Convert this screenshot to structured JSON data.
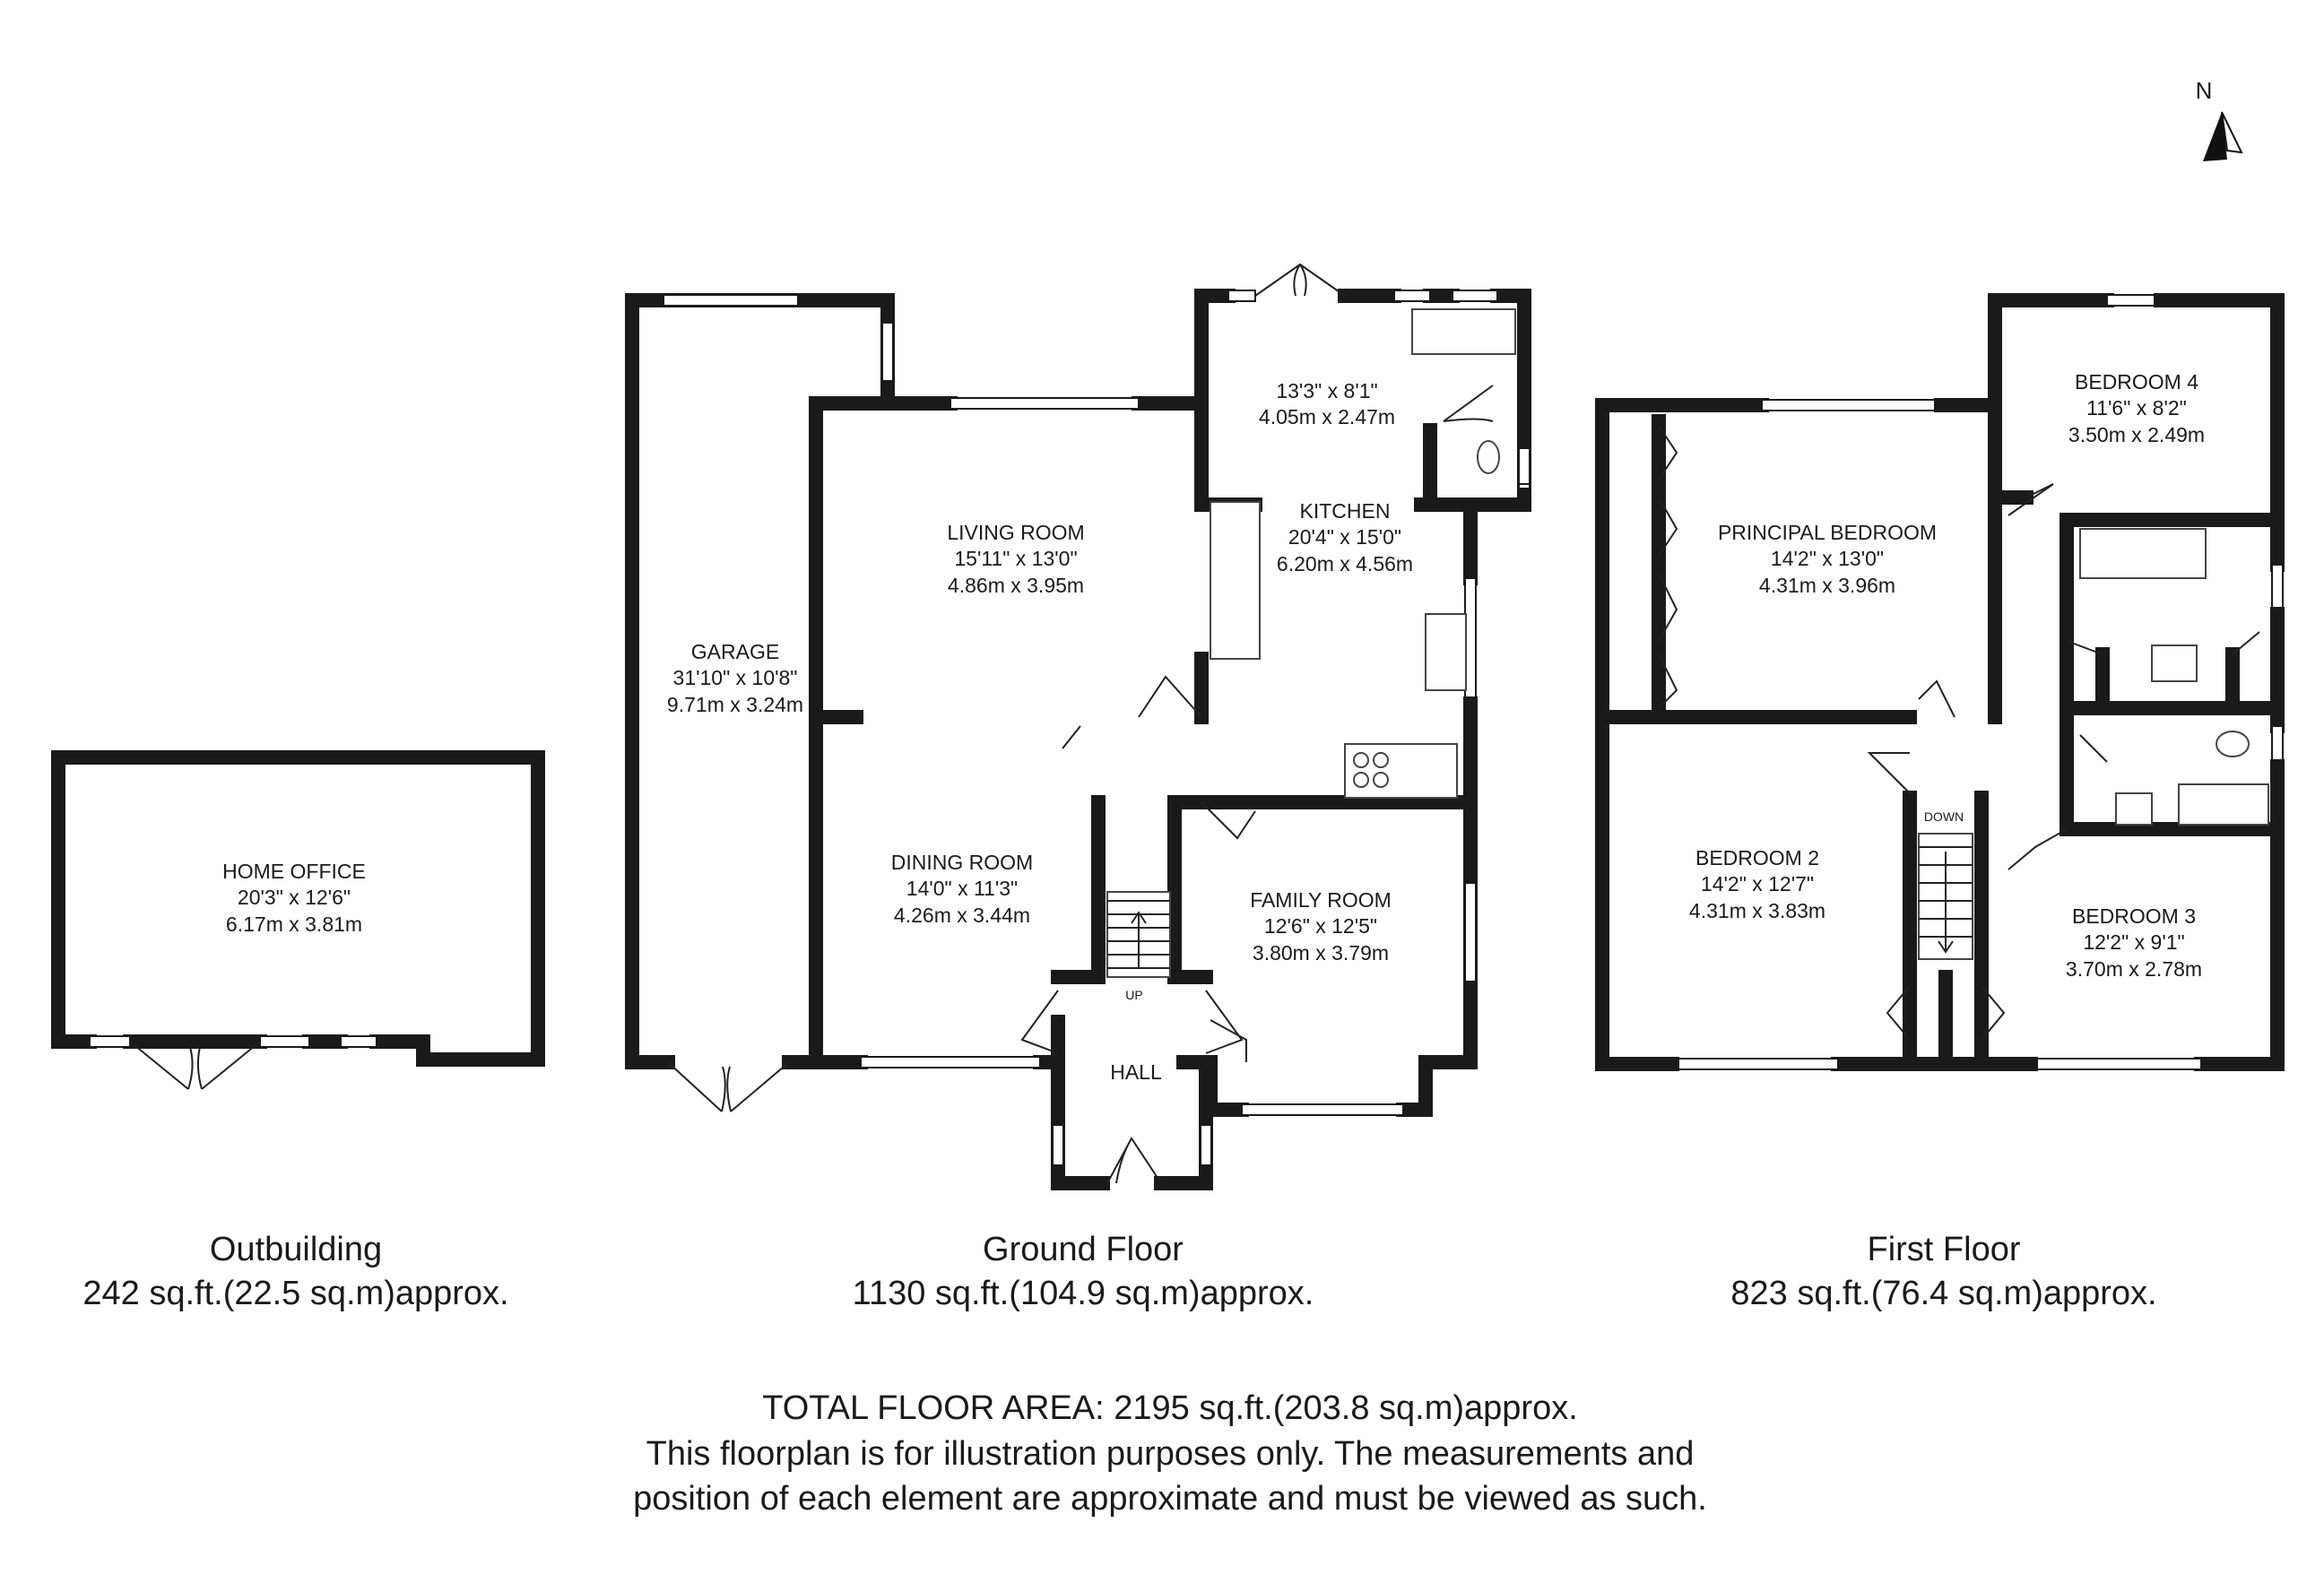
{
  "compass": {
    "label": "N",
    "icon": "north-arrow-icon"
  },
  "outbuilding": {
    "rooms": [
      {
        "name": "HOME OFFICE",
        "imperial": "20'3\" x 12'6\"",
        "metric": "6.17m x 3.81m"
      }
    ],
    "caption": {
      "title": "Outbuilding",
      "area": "242 sq.ft.(22.5 sq.m)approx."
    }
  },
  "ground_floor": {
    "rooms": [
      {
        "name": "GARAGE",
        "imperial": "31'10\" x 10'8\"",
        "metric": "9.71m x 3.24m"
      },
      {
        "name": "LIVING ROOM",
        "imperial": "15'11\" x 13'0\"",
        "metric": "4.86m x 3.95m"
      },
      {
        "name": "DINING ROOM",
        "imperial": "14'0\" x 11'3\"",
        "metric": "4.26m x 3.44m"
      },
      {
        "name": "KITCHEN",
        "imperial": "20'4\" x 15'0\"",
        "metric": "6.20m x 4.56m"
      },
      {
        "name": "",
        "imperial": "13'3\" x 8'1\"",
        "metric": "4.05m x 2.47m"
      },
      {
        "name": "FAMILY ROOM",
        "imperial": "12'6\" x 12'5\"",
        "metric": "3.80m x 3.79m"
      },
      {
        "name": "HALL",
        "imperial": "",
        "metric": ""
      }
    ],
    "stair_label": "UP",
    "caption": {
      "title": "Ground Floor",
      "area": "1130 sq.ft.(104.9 sq.m)approx."
    }
  },
  "first_floor": {
    "rooms": [
      {
        "name": "PRINCIPAL BEDROOM",
        "imperial": "14'2\" x 13'0\"",
        "metric": "4.31m x 3.96m"
      },
      {
        "name": "BEDROOM 4",
        "imperial": "11'6\" x 8'2\"",
        "metric": "3.50m x 2.49m"
      },
      {
        "name": "BEDROOM 2",
        "imperial": "14'2\" x 12'7\"",
        "metric": "4.31m x 3.83m"
      },
      {
        "name": "BEDROOM 3",
        "imperial": "12'2\" x 9'1\"",
        "metric": "3.70m x 2.78m"
      }
    ],
    "stair_label": "DOWN",
    "caption": {
      "title": "First Floor",
      "area": "823 sq.ft.(76.4 sq.m)approx."
    }
  },
  "footer": {
    "total": "TOTAL FLOOR AREA: 2195 sq.ft.(203.8 sq.m)approx.",
    "disclaimer": "This floorplan is for illustration purposes only. The measurements and position of each element are approximate and must be viewed as such."
  },
  "colors": {
    "wall": "#1a1a1a",
    "fixture": "#444444",
    "background": "#ffffff"
  }
}
